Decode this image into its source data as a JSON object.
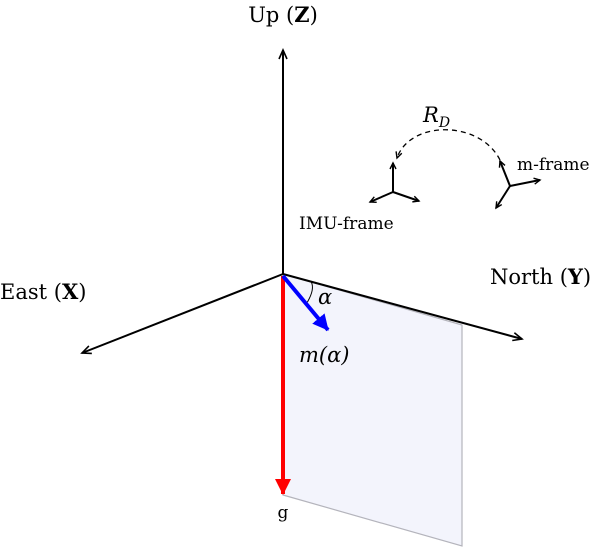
{
  "axes": {
    "up": {
      "prefix": "Up (",
      "bold": "Z",
      "suffix": ")"
    },
    "east": {
      "prefix": "East (",
      "bold": "X",
      "suffix": ")"
    },
    "north": {
      "prefix": "North (",
      "bold": "Y",
      "suffix": ")"
    }
  },
  "vectors": {
    "gravity_label": "g",
    "magnetic_label": "m(α)",
    "angle_label": "α"
  },
  "frames": {
    "imu_label": "IMU-frame",
    "m_label": "m-frame",
    "rotation_label": "R",
    "rotation_subscript": "D"
  },
  "colors": {
    "axis": "#000000",
    "gravity": "#ff0000",
    "magnetic": "#0000ff",
    "plane_fill": "#f3f4fc",
    "plane_stroke": "#b4b4bc"
  }
}
